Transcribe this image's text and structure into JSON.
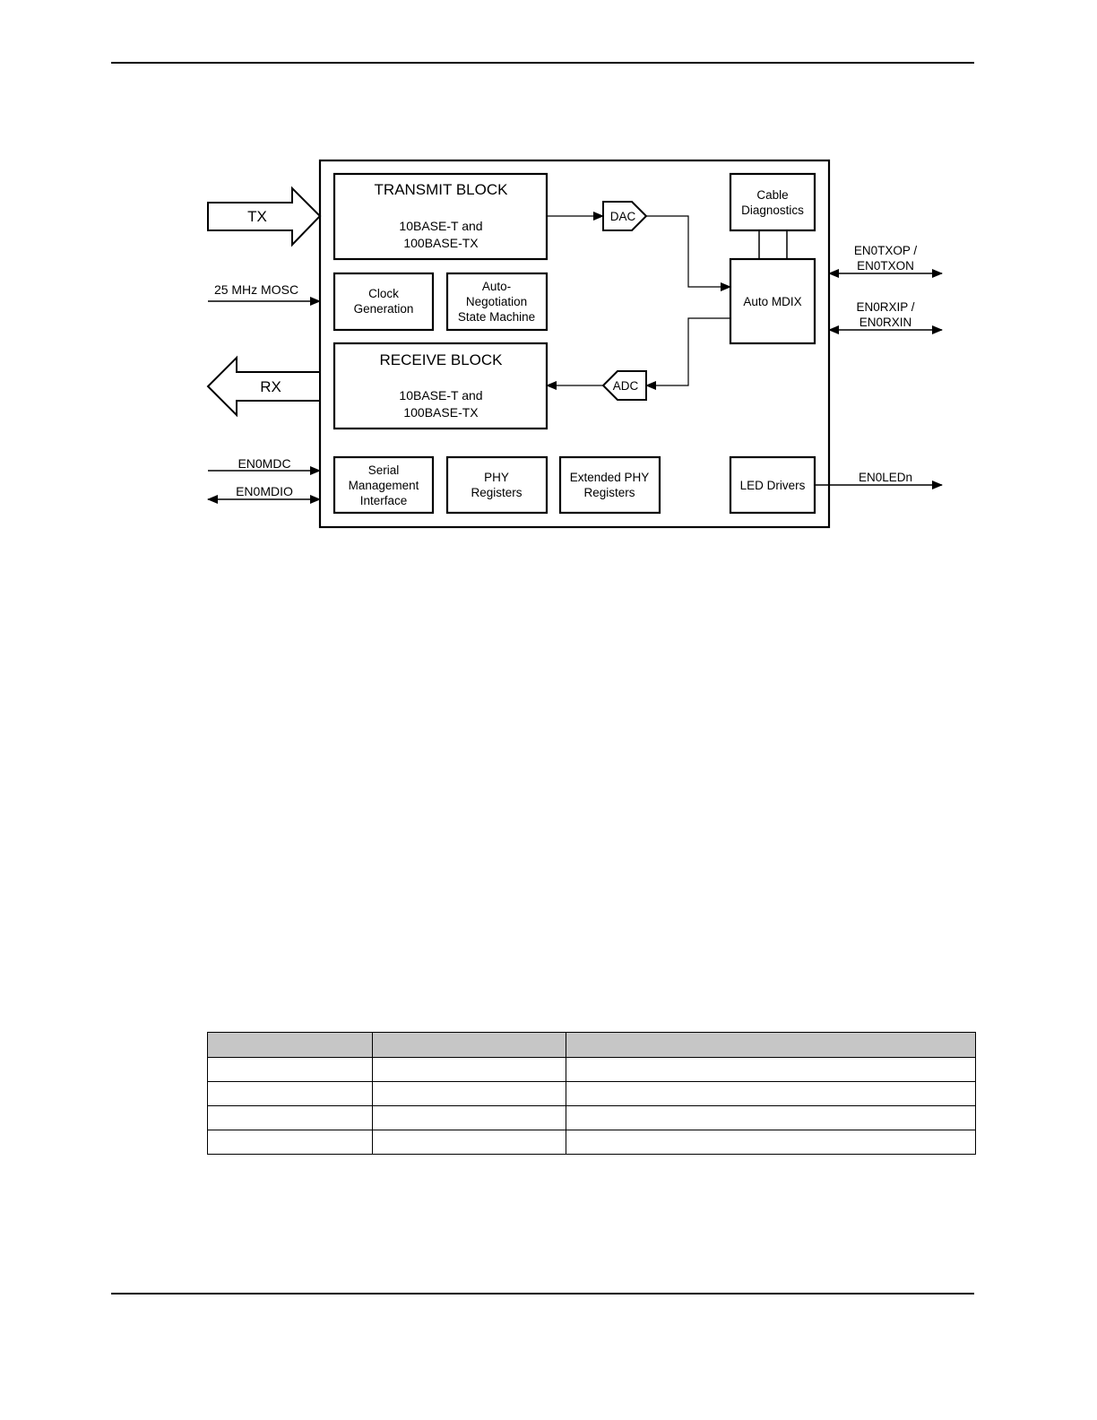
{
  "diagram": {
    "inputs": {
      "tx": "TX",
      "rx": "RX",
      "mosc": "25 MHz MOSC",
      "mdc": "EN0MDC",
      "mdio": "EN0MDIO"
    },
    "blocks": {
      "transmit": {
        "title": "TRANSMIT BLOCK",
        "line1": "10BASE-T and",
        "line2": "100BASE-TX"
      },
      "clock": {
        "line1": "Clock",
        "line2": "Generation"
      },
      "autoneg": {
        "line1": "Auto-",
        "line2": "Negotiation",
        "line3": "State Machine"
      },
      "receive": {
        "title": "RECEIVE BLOCK",
        "line1": "10BASE-T and",
        "line2": "100BASE-TX"
      },
      "serial": {
        "line1": "Serial",
        "line2": "Management",
        "line3": "Interface"
      },
      "phy": {
        "line1": "PHY",
        "line2": "Registers"
      },
      "extphy": {
        "line1": "Extended PHY",
        "line2": "Registers"
      },
      "cable": {
        "line1": "Cable",
        "line2": "Diagnostics"
      },
      "mdix": {
        "label": "Auto MDIX"
      },
      "led": {
        "label": "LED Drivers"
      },
      "dac": {
        "label": "DAC"
      },
      "adc": {
        "label": "ADC"
      }
    },
    "outputs": {
      "txo_1": "EN0TXOP /",
      "txo_2": "EN0TXON",
      "rxi_1": "EN0RXIP /",
      "rxi_2": "EN0RXIN",
      "led": "EN0LEDn"
    }
  },
  "table": {
    "header": [
      "",
      "",
      ""
    ],
    "rows": [
      [
        "",
        "",
        ""
      ],
      [
        "",
        "",
        ""
      ],
      [
        "",
        "",
        ""
      ],
      [
        "",
        "",
        ""
      ]
    ]
  }
}
